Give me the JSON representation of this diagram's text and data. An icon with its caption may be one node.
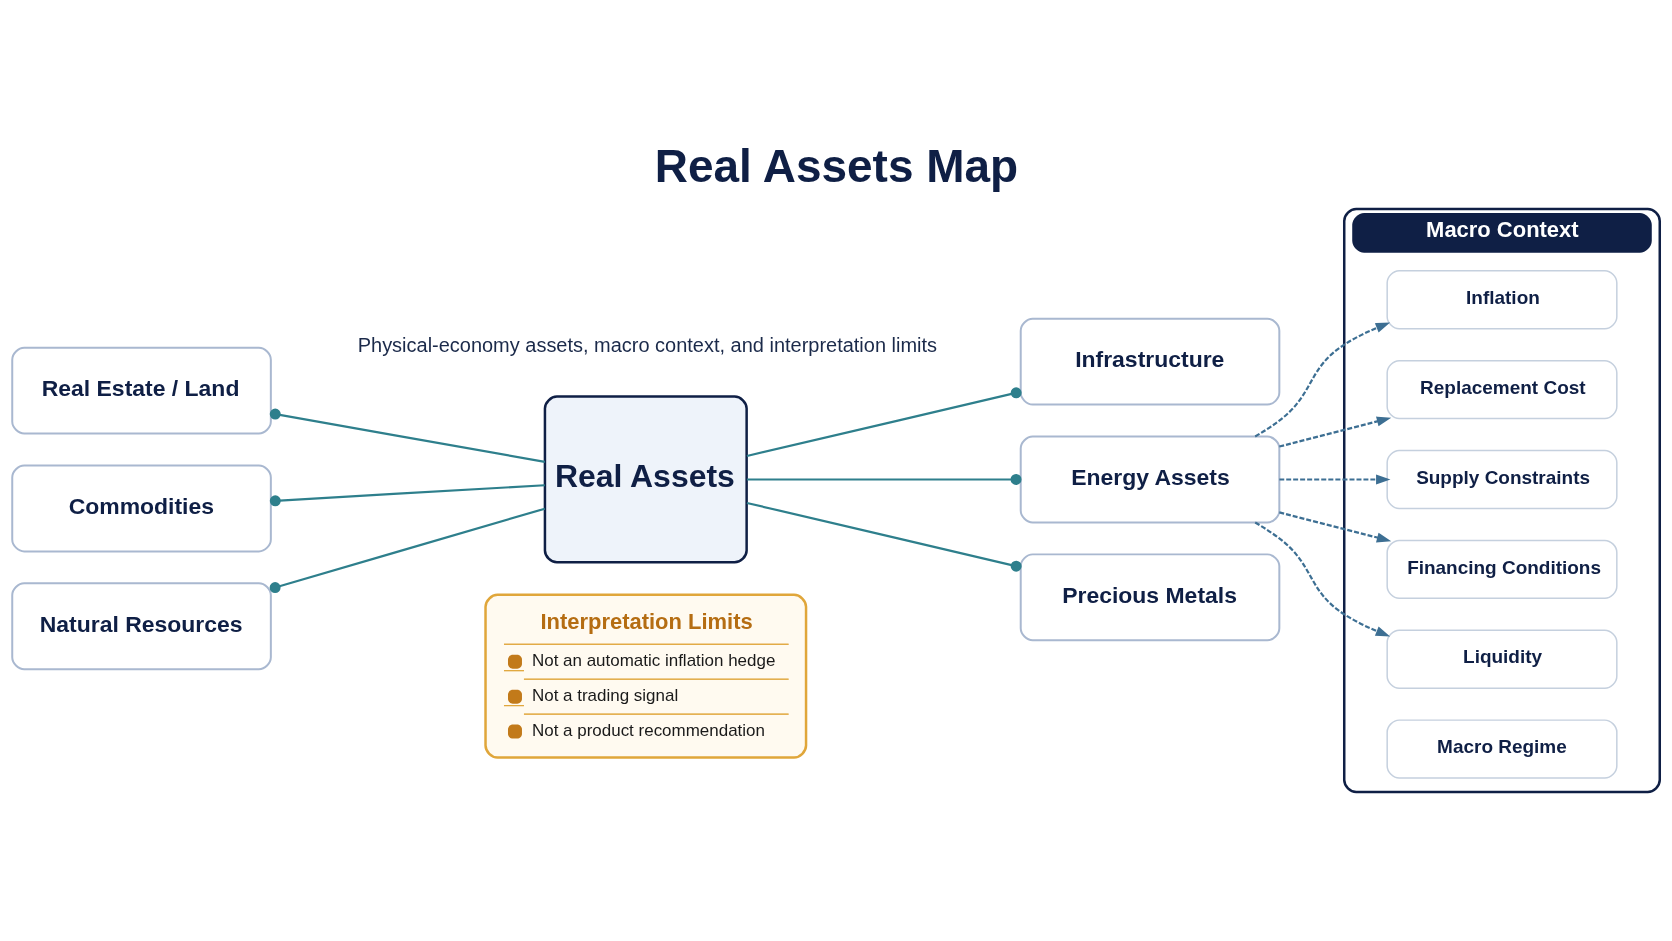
{
  "diagram": {
    "title": "Real Assets Map",
    "nodes": [
      {
        "text": [
          "Real Assets"
        ]
      },
      {
        "text": [
          "Real Estate / Land"
        ]
      },
      {
        "text": [
          "Commodities"
        ]
      },
      {
        "text": [
          "Natural Resources"
        ]
      },
      {
        "text": [
          "Infrastructure"
        ]
      },
      {
        "text": [
          "Energy Assets"
        ]
      },
      {
        "text": [
          "Precious Metals"
        ]
      },
      {
        "text": [
          "Macro Context"
        ]
      },
      {
        "text": [
          "Inflation"
        ],
        "in": 7
      },
      {
        "text": [
          "Replacement Cost"
        ],
        "in": 7
      },
      {
        "text": [
          "Supply Constraints"
        ],
        "in": 7
      },
      {
        "text": [
          "Financing Conditions"
        ],
        "in": 7
      },
      {
        "text": [
          "Liquidity"
        ],
        "in": 7
      },
      {
        "text": [
          "Macro Regime"
        ],
        "in": 7
      },
      {
        "text": [
          "Interpretation Limits",
          "Not an automatic inflation hedge",
          "Not a trading signal",
          "Not a product recommendation"
        ]
      }
    ],
    "edges": [
      {
        "from": 0,
        "to": 1,
        "arrow": "other"
      },
      {
        "from": 0,
        "to": 2,
        "arrow": "other"
      },
      {
        "from": 0,
        "to": 3,
        "arrow": "other"
      },
      {
        "from": 0,
        "to": 4,
        "arrow": "other"
      },
      {
        "from": 0,
        "to": 5,
        "arrow": "other"
      },
      {
        "from": 0,
        "to": 6,
        "arrow": "other"
      },
      {
        "from": 5,
        "to": 8,
        "arrow": "to",
        "style": "dashed",
        "color": "#3d6f93"
      },
      {
        "from": 5,
        "to": 9,
        "arrow": "to",
        "style": "dashed",
        "color": "#3d6f93"
      },
      {
        "from": 5,
        "to": 10,
        "arrow": "to",
        "style": "dashed",
        "color": "#3d6f93"
      },
      {
        "from": 5,
        "to": 11,
        "arrow": "to",
        "style": "dashed",
        "color": "#3d6f93"
      },
      {
        "from": 5,
        "to": 12,
        "arrow": "to",
        "style": "dashed",
        "color": "#3d6f93"
      }
    ],
    "labels": [
      "Physical-economy assets, macro context, and interpretation limits"
    ]
  }
}
